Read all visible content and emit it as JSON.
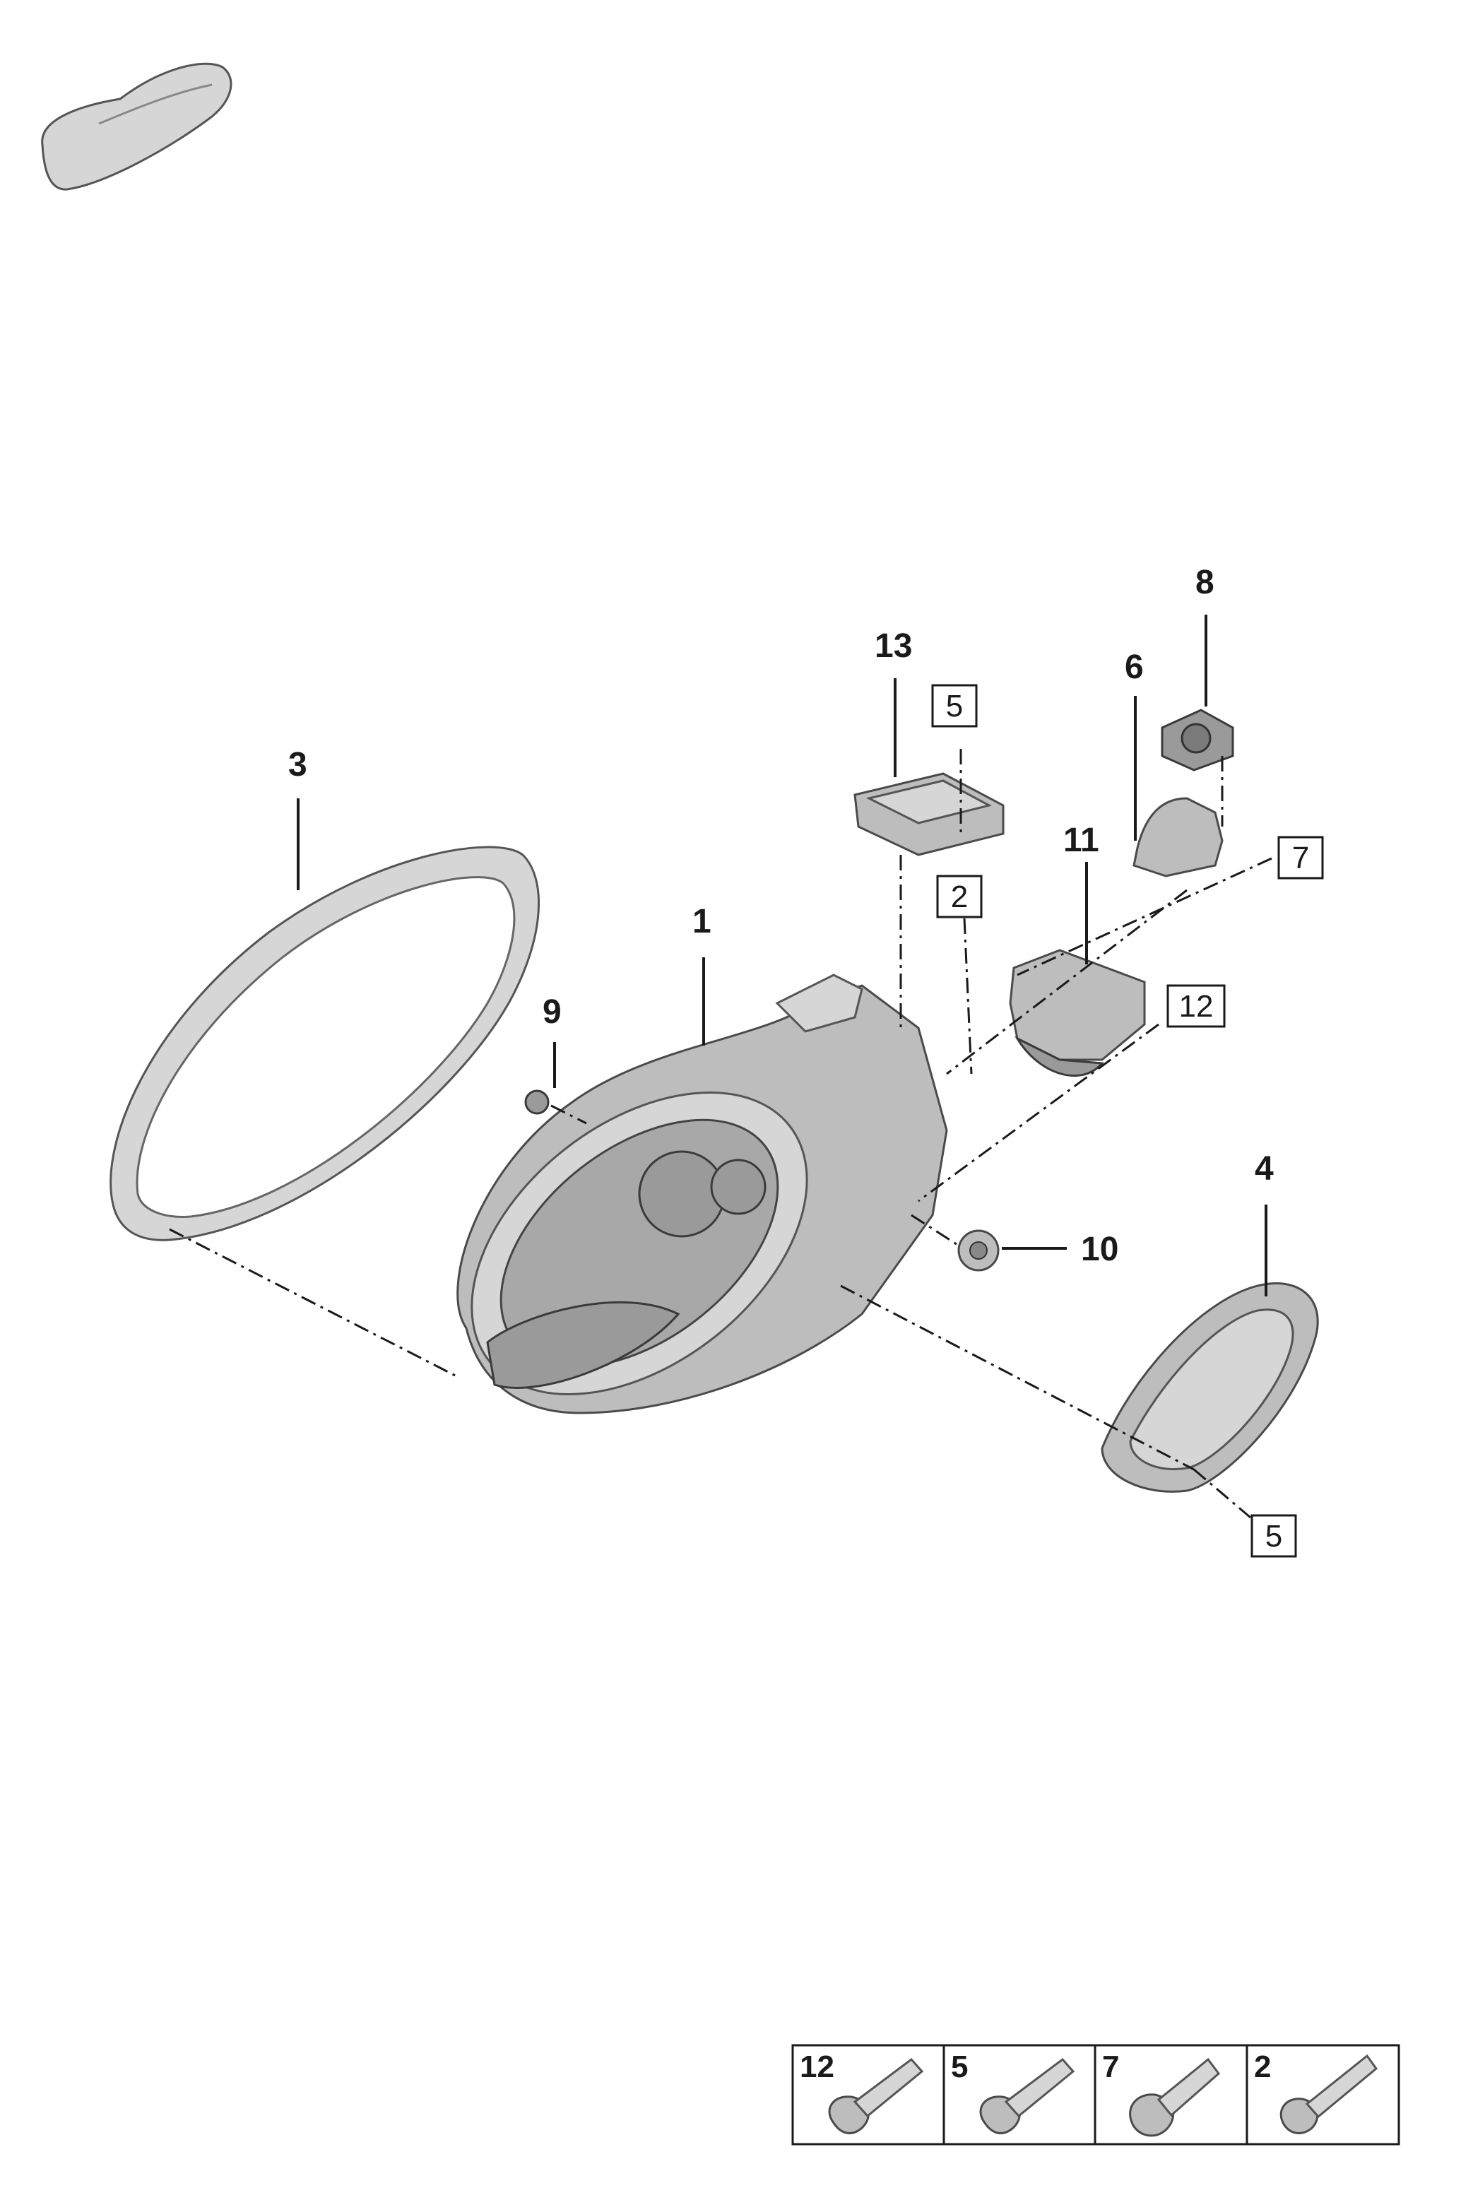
{
  "callouts": {
    "c1": "1",
    "c3": "3",
    "c4": "4",
    "c6": "6",
    "c8": "8",
    "c9": "9",
    "c10": "10",
    "c11": "11",
    "c13": "13"
  },
  "boxed_refs": {
    "b2": "2",
    "b5_top": "5",
    "b5_bottom": "5",
    "b7": "7",
    "b12": "12"
  },
  "fastener_legend": [
    {
      "number": "12"
    },
    {
      "number": "5"
    },
    {
      "number": "7"
    },
    {
      "number": "2"
    }
  ],
  "colors": {
    "ink": "#1a1a1a",
    "part_fill": "#bdbdbd",
    "part_dark": "#9a9a9a"
  }
}
